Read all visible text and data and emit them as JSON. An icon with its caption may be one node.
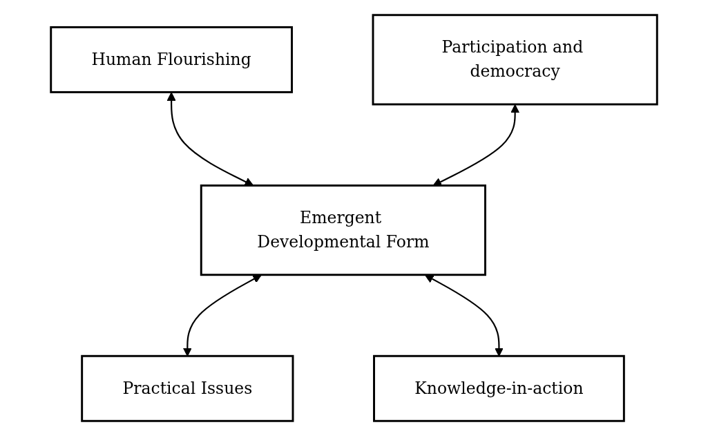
{
  "diagram": {
    "nodes": [
      {
        "text": [
          "Human Flourishing"
        ]
      },
      {
        "text": [
          "Participation and democracy"
        ]
      },
      {
        "text": [
          "Emergent Developmental Form"
        ]
      },
      {
        "text": [
          "Practical Issues"
        ]
      },
      {
        "text": [
          "Knowledge-in-action"
        ]
      }
    ],
    "edges": [
      {
        "from": 0,
        "to": 2,
        "arrow": "both"
      },
      {
        "from": 1,
        "to": 2,
        "arrow": "both"
      },
      {
        "from": 2,
        "to": 3,
        "arrow": "both"
      },
      {
        "from": 2,
        "to": 4,
        "arrow": "both"
      }
    ]
  }
}
